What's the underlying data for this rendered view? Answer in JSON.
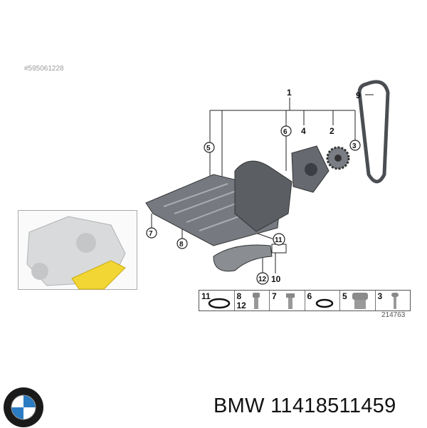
{
  "watermark": "#595061228",
  "callouts": {
    "c1": "1",
    "c2": "2",
    "c3": "3",
    "c4": "4",
    "c5": "5",
    "c6": "6",
    "c7": "7",
    "c8": "8",
    "c9": "9",
    "c10": "10",
    "c11": "11",
    "c12": "12"
  },
  "parts_strip": [
    {
      "label": "11",
      "icon": "o-ring-icon"
    },
    {
      "label": "8",
      "label2": "12",
      "icon": "bolt-icon"
    },
    {
      "label": "7",
      "icon": "flange-bolt-icon"
    },
    {
      "label": "6",
      "icon": "o-ring-icon"
    },
    {
      "label": "5",
      "icon": "bushing-icon"
    },
    {
      "label": "3",
      "icon": "screw-icon"
    }
  ],
  "diagram_ref": "214763",
  "brand_logo": "BMW",
  "product_title": "BMW 11418511459",
  "colors": {
    "highlight": "#f2d633",
    "part": "#6d7176",
    "line": "#222222"
  }
}
